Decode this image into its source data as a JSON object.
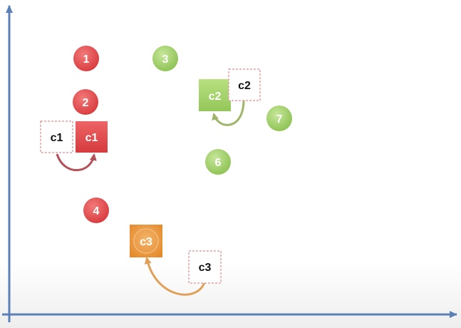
{
  "colors": {
    "axis": "#5b80b8",
    "cluster1": "#e0474a",
    "cluster2": "#9acd5c",
    "cluster3": "#e9983e",
    "dashed_border": "#e3a3a3",
    "arrow1": "#b5515a",
    "arrow2": "#9fb56a",
    "arrow3": "#e0a05a"
  },
  "points": [
    {
      "label": "1",
      "cluster": "cluster1"
    },
    {
      "label": "2",
      "cluster": "cluster1"
    },
    {
      "label": "3",
      "cluster": "cluster2"
    },
    {
      "label": "4",
      "cluster": "cluster1"
    },
    {
      "label": "6",
      "cluster": "cluster2"
    },
    {
      "label": "7",
      "cluster": "cluster2"
    }
  ],
  "centroids": {
    "c1_old": "c1",
    "c1_new": "c1",
    "c2_old": "c2",
    "c2_new": "c2",
    "c3_old": "c3",
    "c3_new": "c3"
  }
}
